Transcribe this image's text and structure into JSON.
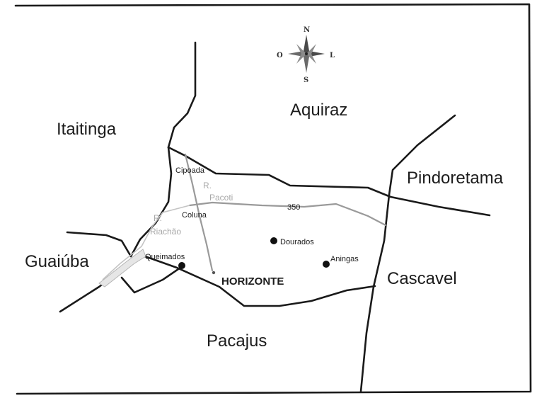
{
  "map": {
    "municipalities": {
      "aquiraz": "Aquiraz",
      "itaitinga": "Itaitinga",
      "pindoretama": "Pindoretama",
      "guaiuba": "Guaiúba",
      "cascavel": "Cascavel",
      "pacajus": "Pacajus"
    },
    "city": "HORIZONTE",
    "localities": {
      "cipoada": "Cipoada",
      "coluna": "Coluna",
      "queimados": "Queimados",
      "dourados": "Dourados",
      "aningas": "Aningas"
    },
    "rivers": {
      "pacoti_prefix": "R.",
      "pacoti": "Pacoti",
      "riachao_prefix": "R.",
      "riachao": "Riachão"
    },
    "road": "350",
    "compass": {
      "north": "N",
      "south": "S",
      "east": "L",
      "west": "O"
    },
    "colors": {
      "border": "#1a1a1a",
      "road": "#9a9a9a",
      "text": "#1c1c1c",
      "muted_text": "#a8a8a8"
    }
  }
}
